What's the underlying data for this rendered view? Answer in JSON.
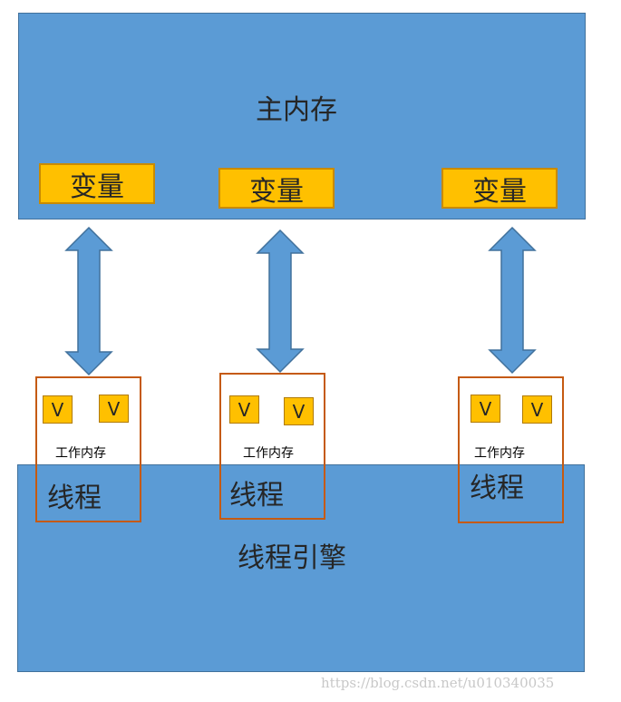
{
  "main_memory": {
    "title": "主内存"
  },
  "variables": [
    {
      "label": "变量"
    },
    {
      "label": "变量"
    },
    {
      "label": "变量"
    }
  ],
  "threads": [
    {
      "v1": "V",
      "v2": "V",
      "work_memory": "工作内存",
      "label": "线程"
    },
    {
      "v1": "V",
      "v2": "V",
      "work_memory": "工作内存",
      "label": "线程"
    },
    {
      "v1": "V",
      "v2": "V",
      "work_memory": "工作内存",
      "label": "线程"
    }
  ],
  "engine": {
    "title": "线程引擎"
  },
  "watermark": "https://blog.csdn.net/u010340035",
  "colors": {
    "block_fill": "#5b9bd5",
    "variable_fill": "#ffc000",
    "thread_border": "#c55a11"
  }
}
